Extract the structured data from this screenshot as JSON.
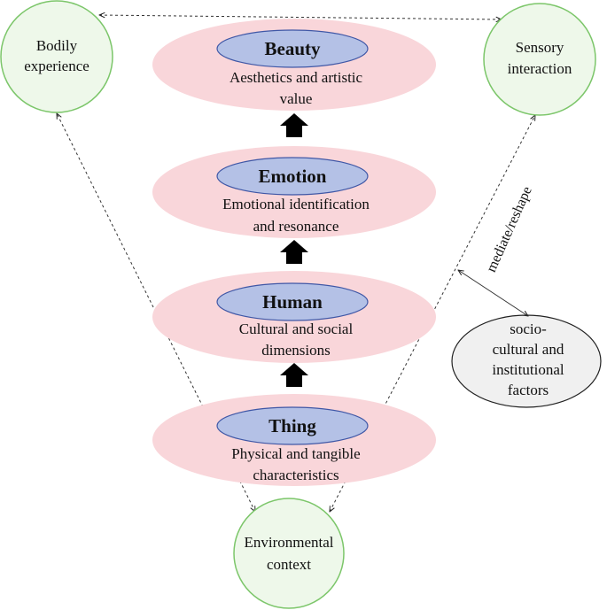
{
  "colors": {
    "pink_ellipse": "#f9d6da",
    "blue_ellipse": "#b4c1e6",
    "blue_ellipse_stroke": "#3f57a6",
    "green_circle_stroke": "#7cc66a",
    "green_circle_fill": "#eef8ea",
    "gray_ellipse_fill": "#f0f0f0",
    "text": "#111111"
  },
  "levels": [
    {
      "title": "Beauty",
      "desc": [
        "Aesthetics and artistic",
        "value"
      ]
    },
    {
      "title": "Emotion",
      "desc": [
        "Emotional identification",
        "and resonance"
      ]
    },
    {
      "title": "Human",
      "desc": [
        "Cultural and social",
        "dimensions"
      ]
    },
    {
      "title": "Thing",
      "desc": [
        "Physical and tangible",
        "characteristics"
      ]
    }
  ],
  "bodily": [
    "Bodily",
    "experience"
  ],
  "sensory": [
    "Sensory",
    "interaction"
  ],
  "environmental": [
    "Environmental",
    "context"
  ],
  "factors": [
    "socio-",
    "cultural and",
    "institutional",
    "factors"
  ],
  "mediate_label": "mediate/reshape"
}
